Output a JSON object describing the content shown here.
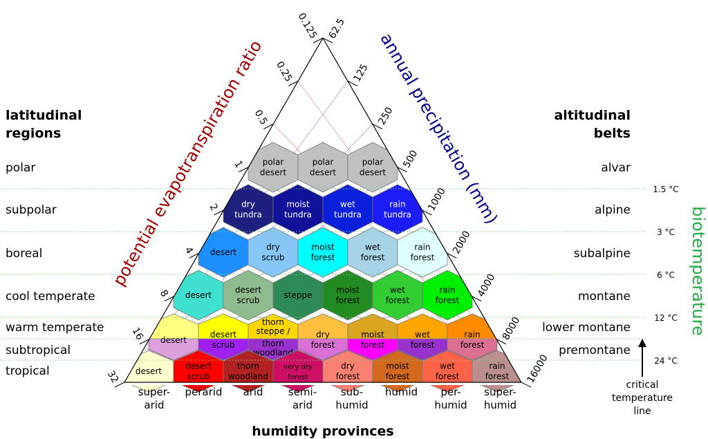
{
  "headings": {
    "left": [
      "latitudinal",
      "regions"
    ],
    "right": [
      "altitudinal",
      "belts"
    ],
    "bottom": "humidity provinces"
  },
  "axis_titles": {
    "left": "potential evapotranspiration ratio",
    "right": "annual precipitation (mm)",
    "far_right": "biotemperature"
  },
  "latitudinal_regions": [
    "polar",
    "subpolar",
    "boreal",
    "cool temperate",
    "warm temperate",
    "subtropical",
    "tropical"
  ],
  "altitudinal_belts": [
    "alvar",
    "alpine",
    "subalpine",
    "montane",
    "lower montane",
    "premontane"
  ],
  "biotemperature_ticks": [
    "1.5 °C",
    "3 °C",
    "6 °C",
    "12 °C",
    "24 °C"
  ],
  "critical_line_label": [
    "critical",
    "temperature",
    "line"
  ],
  "pet_ticks": [
    "0.125",
    "0.25",
    "0.5",
    "1",
    "2",
    "4",
    "8",
    "16",
    "32"
  ],
  "precip_ticks": [
    "62.5",
    "125",
    "250",
    "500",
    "1000",
    "2000",
    "4000",
    "8000",
    "16000"
  ],
  "humidity_provinces": [
    [
      "super-",
      "arid"
    ],
    [
      "perarid"
    ],
    [
      "arid"
    ],
    [
      "semi-",
      "arid"
    ],
    [
      "sub-",
      "humid"
    ],
    [
      "humid"
    ],
    [
      "per-",
      "humid"
    ],
    [
      "super-",
      "humid"
    ]
  ],
  "hexagons": [
    {
      "row": 1,
      "col": 0,
      "label": [
        "polar",
        "desert"
      ],
      "color": "#c0c0c0",
      "text": "#000000"
    },
    {
      "row": 1,
      "col": 1,
      "label": [
        "polar",
        "desert"
      ],
      "color": "#c0c0c0",
      "text": "#000000"
    },
    {
      "row": 1,
      "col": 2,
      "label": [
        "polar",
        "desert"
      ],
      "color": "#c0c0c0",
      "text": "#000000"
    },
    {
      "row": 2,
      "col": 0,
      "label": [
        "dry",
        "tundra"
      ],
      "color": "#1f1f80",
      "text": "#ffffff"
    },
    {
      "row": 2,
      "col": 1,
      "label": [
        "moist",
        "tundra"
      ],
      "color": "#11119a",
      "text": "#ffffff"
    },
    {
      "row": 2,
      "col": 2,
      "label": [
        "wet",
        "tundra"
      ],
      "color": "#0a20d9",
      "text": "#ffffff"
    },
    {
      "row": 2,
      "col": 3,
      "label": [
        "rain",
        "tundra"
      ],
      "color": "#1c1cf6",
      "text": "#ffffff"
    },
    {
      "row": 3,
      "col": 0,
      "label": [
        "desert"
      ],
      "color": "#1e90ff",
      "text": "#000000"
    },
    {
      "row": 3,
      "col": 1,
      "label": [
        "dry",
        "scrub"
      ],
      "color": "#87c6f5",
      "text": "#000000"
    },
    {
      "row": 3,
      "col": 2,
      "label": [
        "moist",
        "forest"
      ],
      "color": "#00ffff",
      "text": "#000000"
    },
    {
      "row": 3,
      "col": 3,
      "label": [
        "wet",
        "forest"
      ],
      "color": "#a7d3e6",
      "text": "#000000"
    },
    {
      "row": 3,
      "col": 4,
      "label": [
        "rain",
        "forest"
      ],
      "color": "#e0ffff",
      "text": "#000000"
    },
    {
      "row": 4,
      "col": 0,
      "label": [
        "desert"
      ],
      "color": "#40e0d0",
      "text": "#000000"
    },
    {
      "row": 4,
      "col": 1,
      "label": [
        "desert",
        "scrub"
      ],
      "color": "#8fbc8f",
      "text": "#000000"
    },
    {
      "row": 4,
      "col": 2,
      "label": [
        "steppe"
      ],
      "color": "#2e8b57",
      "text": "#000000"
    },
    {
      "row": 4,
      "col": 3,
      "label": [
        "moist",
        "forest"
      ],
      "color": "#228b22",
      "text": "#000000"
    },
    {
      "row": 4,
      "col": 4,
      "label": [
        "wet",
        "forest"
      ],
      "color": "#32cd32",
      "text": "#000000"
    },
    {
      "row": 4,
      "col": 5,
      "label": [
        "rain",
        "forest"
      ],
      "color": "#00ee00",
      "text": "#000000"
    },
    {
      "row": 5,
      "col": 0,
      "label": [
        "desert"
      ],
      "color": "#ffff80",
      "text": "#000000",
      "split": "#dda0dd"
    },
    {
      "row": 5,
      "col": 1,
      "label": [
        "desert"
      ],
      "color": "#ffff00",
      "text": "#000000",
      "split": "#a020f0",
      "label2": [
        "scrub"
      ]
    },
    {
      "row": 5,
      "col": 2,
      "label": [
        "thorn",
        "steppe /"
      ],
      "color": "#ffd700",
      "text": "#000000",
      "split": "#9932cc",
      "label2": [
        "thorn",
        "woodland"
      ]
    },
    {
      "row": 5,
      "col": 3,
      "label": [
        "dry"
      ],
      "color": "#ffc040",
      "text": "#000000",
      "split": "#da70d6",
      "label2": [
        "forest"
      ]
    },
    {
      "row": 5,
      "col": 4,
      "label": [
        "moist"
      ],
      "color": "#daa520",
      "text": "#000000",
      "split": "#ff00ff",
      "label2": [
        "forest"
      ]
    },
    {
      "row": 5,
      "col": 5,
      "label": [
        "wet"
      ],
      "color": "#ffa500",
      "text": "#000000",
      "split": "#9932cc",
      "label2": [
        "forest"
      ]
    },
    {
      "row": 5,
      "col": 6,
      "label": [
        "rain"
      ],
      "color": "#ff8c00",
      "text": "#000000",
      "split": "#db7093",
      "label2": [
        "forest"
      ]
    },
    {
      "row": 6,
      "col": 0,
      "label": [
        "desert"
      ],
      "color": "#ffffd0",
      "text": "#000000"
    },
    {
      "row": 6,
      "col": 1,
      "label": [
        "desert",
        "scrub"
      ],
      "color": "#ff0000",
      "text": "#000000"
    },
    {
      "row": 6,
      "col": 2,
      "label": [
        "thorn",
        "woodland"
      ],
      "color": "#b22222",
      "text": "#000000"
    },
    {
      "row": 6,
      "col": 3,
      "label": [
        "very dry",
        "forest"
      ],
      "color": "#cd1063",
      "text": "#000000",
      "small": true
    },
    {
      "row": 6,
      "col": 4,
      "label": [
        "dry",
        "forest"
      ],
      "color": "#fa8072",
      "text": "#000000"
    },
    {
      "row": 6,
      "col": 5,
      "label": [
        "moist",
        "forest"
      ],
      "color": "#d2691e",
      "text": "#000000"
    },
    {
      "row": 6,
      "col": 6,
      "label": [
        "wet",
        "forest"
      ],
      "color": "#ff6347",
      "text": "#000000"
    },
    {
      "row": 6,
      "col": 7,
      "label": [
        "rain",
        "forest"
      ],
      "color": "#bc8f8f",
      "text": "#000000"
    }
  ],
  "colors": {
    "line": "#000000",
    "pet_axis": "#a00000",
    "precip_axis": "#00008b",
    "bio_axis": "#22aa44",
    "grid_green": "#7ec88a",
    "hex_border": "#777777"
  }
}
